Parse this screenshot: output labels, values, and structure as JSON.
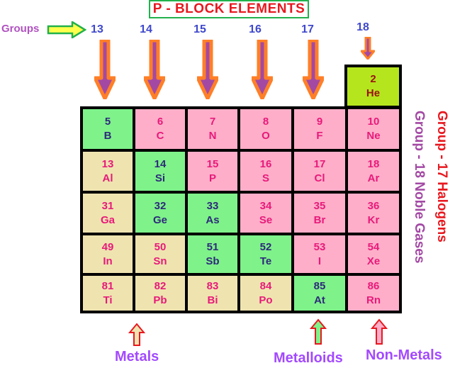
{
  "title": "P - BLOCK ELEMENTS",
  "groups_label": "Groups",
  "groups": [
    "13",
    "14",
    "15",
    "16",
    "17",
    "18"
  ],
  "side_labels": {
    "halogens": "Group - 17 Halogens",
    "noble": "Group - 18 Noble Gases"
  },
  "legend": {
    "metals": "Metals",
    "metalloids": "Metalloids",
    "nonmetals": "Non-Metals"
  },
  "colors": {
    "metal": "#efe4b0",
    "metalloid": "#7ff28a",
    "nonmetal": "#ffaec9",
    "helium": "#b5e61d",
    "text_pink": "#e8197a",
    "text_dark": "#2d2a7a",
    "arrow_orange": "#ff7f27",
    "arrow_purple": "#a349a4"
  },
  "helium": {
    "num": "2",
    "sym": "He"
  },
  "rows": [
    [
      {
        "num": "5",
        "sym": "B",
        "type": "metalloid"
      },
      {
        "num": "6",
        "sym": "C",
        "type": "nonmetal"
      },
      {
        "num": "7",
        "sym": "N",
        "type": "nonmetal"
      },
      {
        "num": "8",
        "sym": "O",
        "type": "nonmetal"
      },
      {
        "num": "9",
        "sym": "F",
        "type": "nonmetal"
      },
      {
        "num": "10",
        "sym": "Ne",
        "type": "nonmetal"
      }
    ],
    [
      {
        "num": "13",
        "sym": "Al",
        "type": "metal"
      },
      {
        "num": "14",
        "sym": "Si",
        "type": "metalloid"
      },
      {
        "num": "15",
        "sym": "P",
        "type": "nonmetal"
      },
      {
        "num": "16",
        "sym": "S",
        "type": "nonmetal"
      },
      {
        "num": "17",
        "sym": "Cl",
        "type": "nonmetal"
      },
      {
        "num": "18",
        "sym": "Ar",
        "type": "nonmetal"
      }
    ],
    [
      {
        "num": "31",
        "sym": "Ga",
        "type": "metal"
      },
      {
        "num": "32",
        "sym": "Ge",
        "type": "metalloid"
      },
      {
        "num": "33",
        "sym": "As",
        "type": "metalloid"
      },
      {
        "num": "34",
        "sym": "Se",
        "type": "nonmetal"
      },
      {
        "num": "35",
        "sym": "Br",
        "type": "nonmetal"
      },
      {
        "num": "36",
        "sym": "Kr",
        "type": "nonmetal"
      }
    ],
    [
      {
        "num": "49",
        "sym": "In",
        "type": "metal"
      },
      {
        "num": "50",
        "sym": "Sn",
        "type": "metal"
      },
      {
        "num": "51",
        "sym": "Sb",
        "type": "metalloid"
      },
      {
        "num": "52",
        "sym": "Te",
        "type": "metalloid"
      },
      {
        "num": "53",
        "sym": "I",
        "type": "nonmetal"
      },
      {
        "num": "54",
        "sym": "Xe",
        "type": "nonmetal"
      }
    ],
    [
      {
        "num": "81",
        "sym": "Ti",
        "type": "metal"
      },
      {
        "num": "82",
        "sym": "Pb",
        "type": "metal"
      },
      {
        "num": "83",
        "sym": "Bi",
        "type": "metal"
      },
      {
        "num": "84",
        "sym": "Po",
        "type": "metal"
      },
      {
        "num": "85",
        "sym": "At",
        "type": "metalloid"
      },
      {
        "num": "86",
        "sym": "Rn",
        "type": "nonmetal"
      }
    ]
  ]
}
